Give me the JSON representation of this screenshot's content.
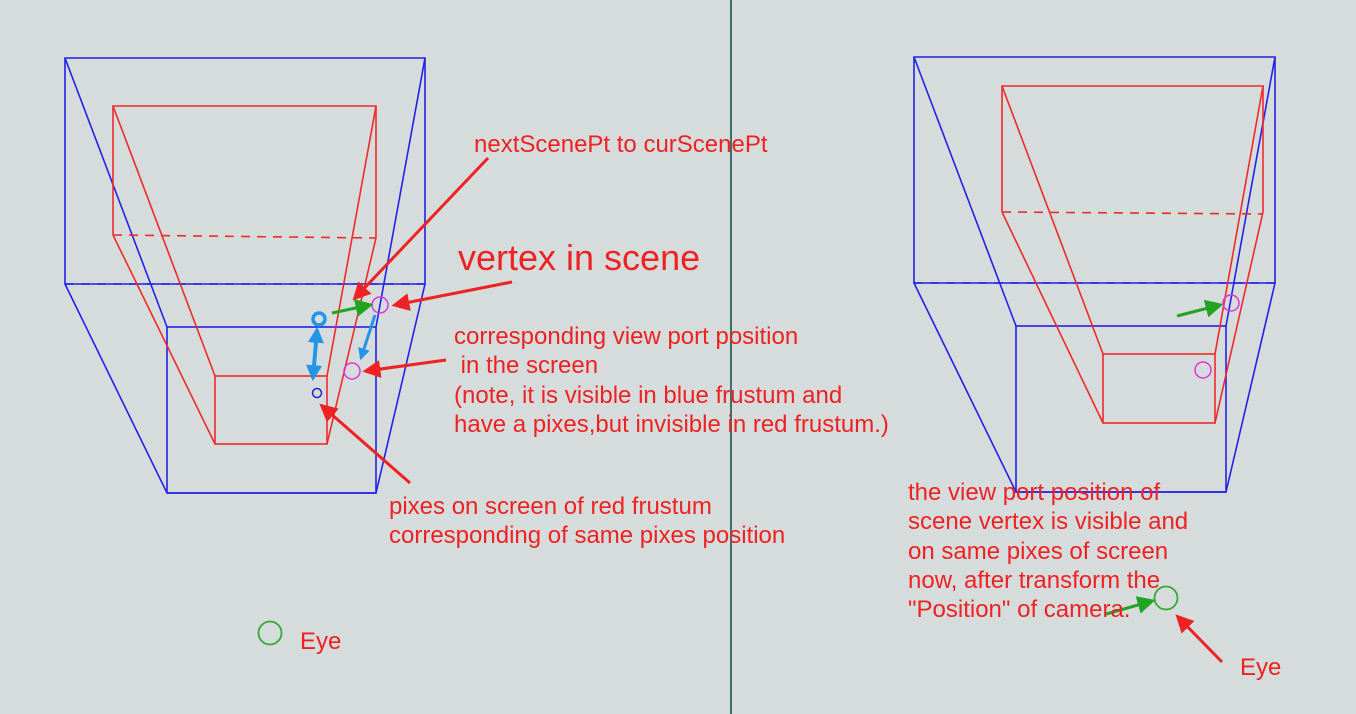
{
  "colors": {
    "background": "#d6dcdb",
    "divider": "#3f6e6b",
    "blue_frustum": "#2222e6",
    "red_frustum": "#ee2a2a",
    "annotation_text": "#ee2222",
    "arrow_red": "#ee2222",
    "arrow_green": "#22a322",
    "arrow_blue": "#2196e8",
    "marker_magenta": "#dd33dd",
    "marker_blue": "#2222cc",
    "eye_green": "#33aa33"
  },
  "left_panel": {
    "label_next_to_cur": "nextScenePt to curScenePt",
    "label_vertex": "vertex in scene",
    "label_viewport": "corresponding view port position\n in the screen\n(note, it is visible in blue frustum and\nhave a pixes,but invisible in red frustum.)",
    "label_pixes": "pixes on screen of red frustum\ncorresponding of same pixes position",
    "label_eye": "Eye"
  },
  "right_panel": {
    "label_visible": "the view port position of\nscene vertex is visible and\non same pixes of screen\nnow, after transform the\n\"Position\" of camera.",
    "label_eye": "Eye"
  }
}
